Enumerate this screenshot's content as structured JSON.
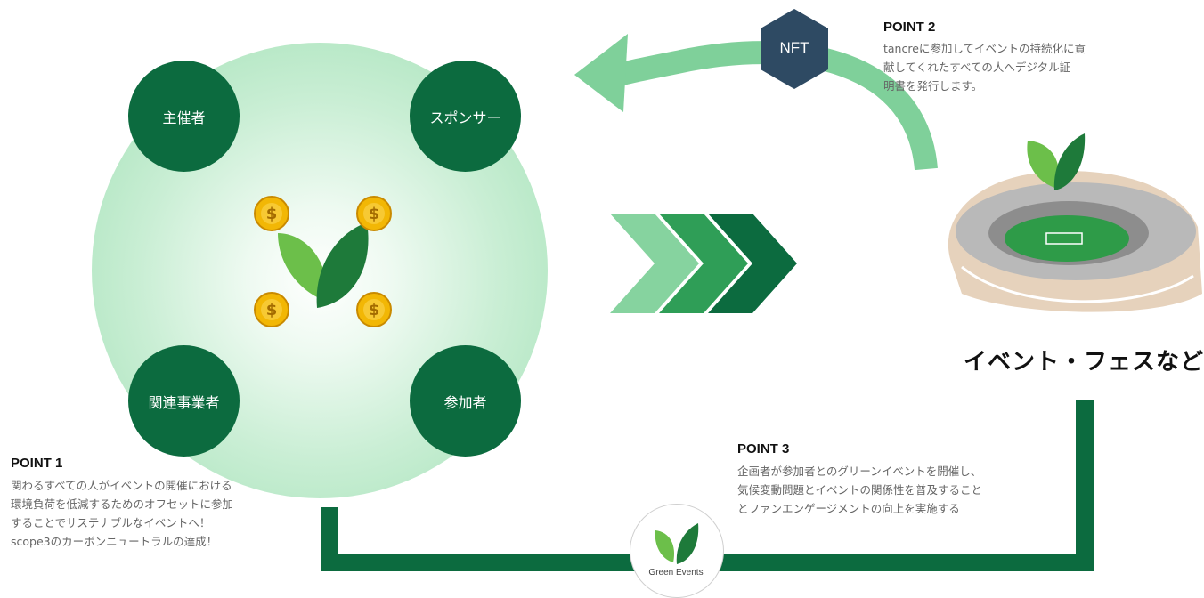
{
  "nodes": {
    "organizer": "主催者",
    "sponsor": "スポンサー",
    "related_business": "関連事業者",
    "participant": "参加者"
  },
  "badges": {
    "nft": "NFT",
    "green_events": "Green Events"
  },
  "event_label": "イベント・フェスなど",
  "points": [
    {
      "title": "POINT 1",
      "lines": [
        "関わるすべての人がイベントの開催における",
        "環境負荷を低減するためのオフセットに参加",
        "することでサステナブルなイベントへ！",
        "scope3のカーボンニュートラルの達成！"
      ]
    },
    {
      "title": "POINT 2",
      "lines": [
        "tancreに参加してイベントの持続化に貢",
        "献してくれたすべての人へデジタル証",
        "明書を発行します。"
      ]
    },
    {
      "title": "POINT 3",
      "lines": [
        "企画者が参加者とのグリーンイベントを開催し、",
        "気候変動問題とイベントの関係性を普及すること",
        "とファンエンゲージメントの向上を実施する"
      ]
    }
  ],
  "colors": {
    "dark_green": "#0c6b3f",
    "mid_green": "#2f9e57",
    "light_green": "#7fd09a",
    "nft_navy": "#2e4a63",
    "coin_gold": "#f2b705"
  }
}
